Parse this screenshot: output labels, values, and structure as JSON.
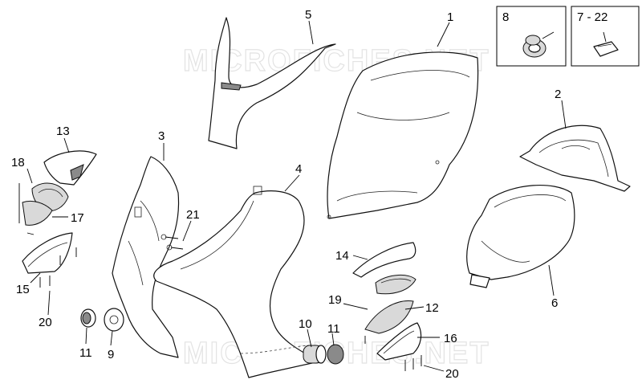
{
  "watermark": "MICROFICHES.NET",
  "callouts": {
    "c1": "1",
    "c2": "2",
    "c3": "3",
    "c4": "4",
    "c5": "5",
    "c6": "6",
    "c7_22": "7 - 22",
    "c8": "8",
    "c9": "9",
    "c10": "10",
    "c11a": "11",
    "c11b": "11",
    "c12": "12",
    "c13": "13",
    "c14": "14",
    "c15": "15",
    "c16": "16",
    "c17": "17",
    "c18": "18",
    "c19": "19",
    "c20a": "20",
    "c20b": "20",
    "c21": "21"
  }
}
